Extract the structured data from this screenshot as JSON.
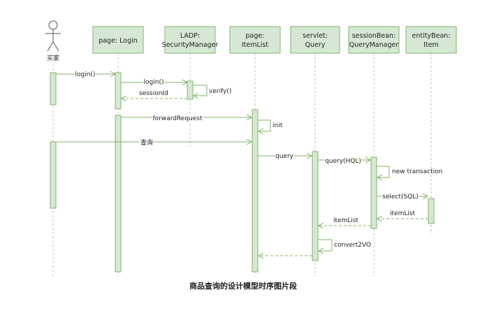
{
  "actor": {
    "name": "买家"
  },
  "participants": [
    {
      "id": "login",
      "label": [
        "page: Login"
      ]
    },
    {
      "id": "security",
      "label": [
        "LADP:",
        "SecurityManager"
      ]
    },
    {
      "id": "itemlist",
      "label": [
        "page:",
        "ItemList"
      ]
    },
    {
      "id": "query",
      "label": [
        "servlet:",
        "Query"
      ]
    },
    {
      "id": "qm",
      "label": [
        "sessionBean:",
        "QueryManager"
      ]
    },
    {
      "id": "item",
      "label": [
        "entityBean:",
        "Item"
      ]
    }
  ],
  "messages": {
    "m1": "login()",
    "m2": "login()",
    "m3": "verify()",
    "m4": "sessionId",
    "m5": "forwardRequest",
    "m6": "init",
    "m7": "查询",
    "m8": "query",
    "m9": "query(HQL)",
    "m10": "new transaction",
    "m11": "select(SQL)",
    "m12": "itemList",
    "m13": "itemList",
    "m14": "convert2VO"
  },
  "caption": "商品查询的设计模型时序图片段",
  "colors": {
    "fill": "#d5e8d4",
    "stroke": "#82b366",
    "lifeline": "#bdbdbd"
  }
}
